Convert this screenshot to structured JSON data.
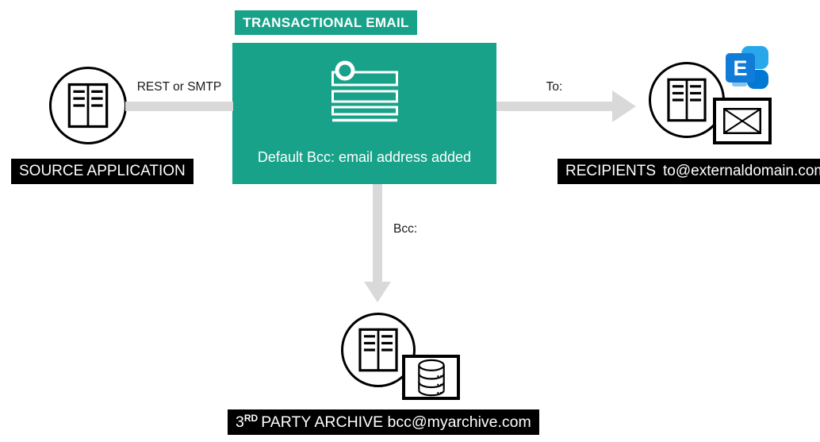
{
  "colors": {
    "teal": "#18a28a",
    "arrow": "#d9d9d9",
    "label_bg": "#000000",
    "label_fg": "#ffffff",
    "stroke": "#000000",
    "exchange_front": "#117bd8",
    "exchange_cyan": "#28a8ea",
    "exchange_blue": "#0078d4",
    "exchange_light": "#8ac2eb"
  },
  "tab": {
    "label": "TRANSACTIONAL EMAIL"
  },
  "center_box": {
    "caption": "Default Bcc: email address added"
  },
  "edges": {
    "source_to_center": {
      "label": "REST or SMTP"
    },
    "center_to_recipients": {
      "label": "To:"
    },
    "center_to_archive": {
      "label": "Bcc:"
    }
  },
  "nodes": {
    "source": {
      "label": "SOURCE APPLICATION"
    },
    "recipients": {
      "label": "RECIPIENTS",
      "address": "to@externaldomain.com"
    },
    "archive": {
      "number": "3",
      "ordinal_suffix": "RD",
      "label": "PARTY ARCHIVE bcc@myarchive.com"
    }
  },
  "icons": {
    "exchange_letter": "E"
  }
}
